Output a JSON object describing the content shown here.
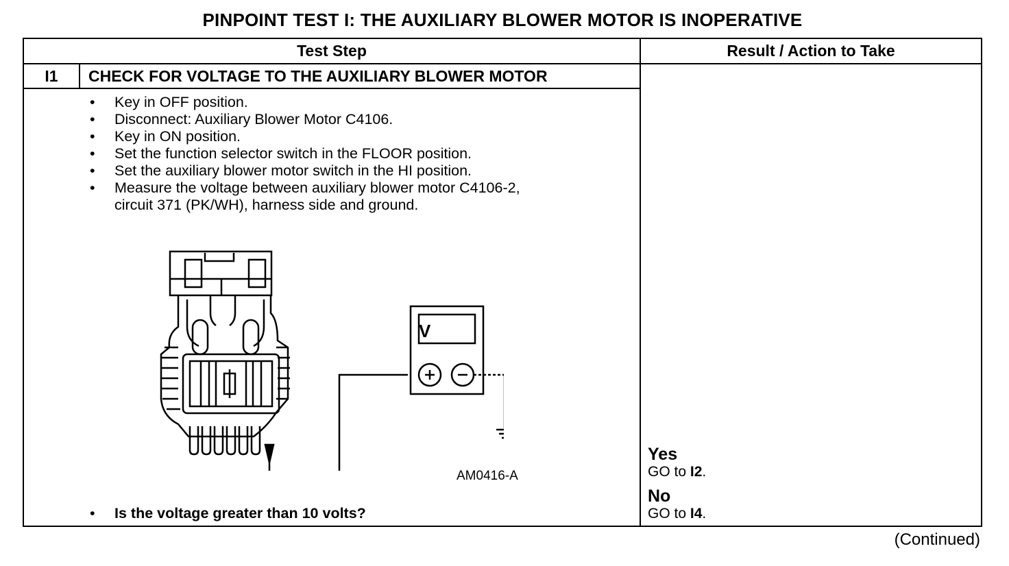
{
  "title": "PINPOINT TEST I: THE AUXILIARY BLOWER MOTOR IS INOPERATIVE",
  "table": {
    "header": {
      "test_step": "Test Step",
      "result": "Result / Action to Take"
    },
    "step": {
      "id": "I1",
      "title": "CHECK FOR VOLTAGE TO THE AUXILIARY BLOWER MOTOR",
      "bullet_glyph": "•",
      "instructions": [
        "Key in OFF position.",
        "Disconnect: Auxiliary Blower Motor C4106.",
        "Key in ON position.",
        "Set the function selector switch in the FLOOR position.",
        "Set the auxiliary blower motor switch in the HI position.",
        "Measure the voltage between auxiliary blower motor C4106-2,",
        "circuit 371 (PK/WH), harness side and ground."
      ],
      "figure": {
        "code": "AM0416-A",
        "meter_label": "V",
        "plus": "+",
        "minus": "−"
      },
      "question": "Is the voltage greater than 10 volts?"
    },
    "results": [
      {
        "answer": "Yes",
        "action_prefix": "GO to ",
        "target": "I2",
        "suffix": "."
      },
      {
        "answer": "No",
        "action_prefix": "GO to ",
        "target": "I4",
        "suffix": "."
      }
    ]
  },
  "footer": "(Continued)"
}
